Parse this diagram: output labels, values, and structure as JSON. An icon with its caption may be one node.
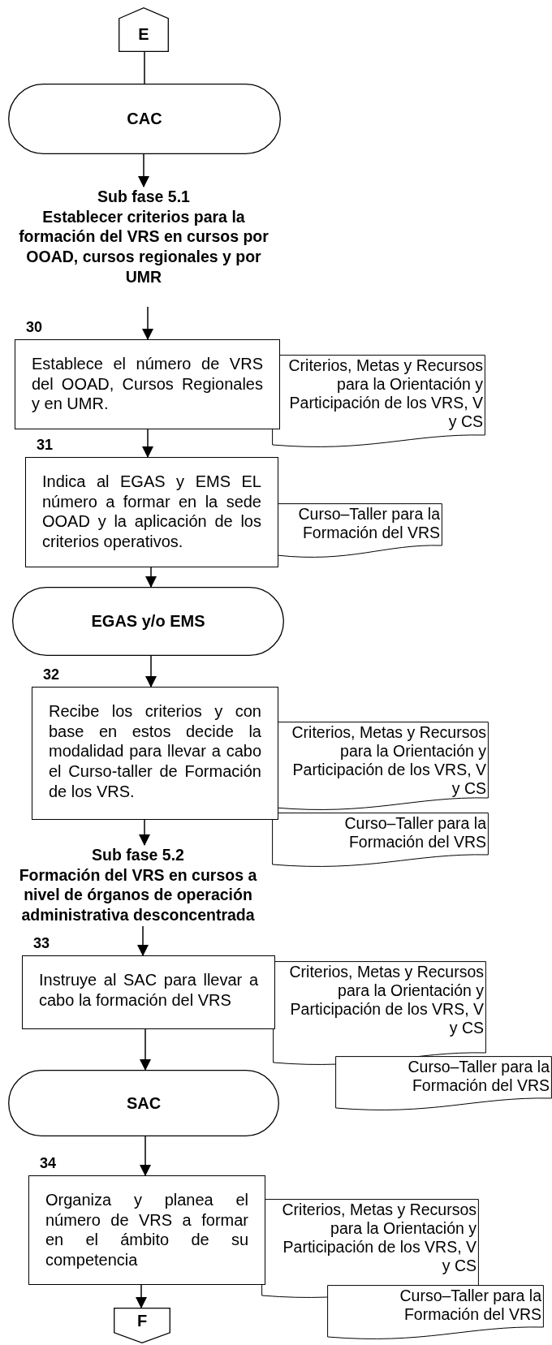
{
  "diagram": {
    "nodes": [
      {
        "text": [
          "E"
        ]
      },
      {
        "text": [
          "CAC"
        ]
      },
      {
        "text": [
          "Sub fase 5.1",
          "Establecer criterios para la formación del VRS en cursos por OOAD, cursos regionales y por UMR"
        ]
      },
      {
        "text": [
          "Establece el número de VRS del OOAD, Cursos Regionales y en UMR."
        ],
        "beside": [
          "30"
        ]
      },
      {
        "text": [
          "Criterios, Metas y Recursos para la Orientación y Participación de los VRS, V y CS"
        ]
      },
      {
        "text": [
          "Indica al EGAS y EMS EL número a formar en la sede OOAD y la aplicación de los criterios operativos."
        ],
        "beside": [
          "31"
        ]
      },
      {
        "text": [
          "Curso–Taller para la Formación del VRS"
        ]
      },
      {
        "text": [
          "EGAS y/o EMS"
        ]
      },
      {
        "text": [
          "Recibe los criterios y con base en estos decide la modalidad para llevar a cabo el Curso-taller de Formación de los VRS."
        ],
        "beside": [
          "32"
        ]
      },
      {
        "text": [
          "Criterios, Metas y Recursos para la Orientación y Participación de los VRS, V y CS"
        ]
      },
      {
        "text": [
          "Curso–Taller para la Formación del VRS"
        ]
      },
      {
        "text": [
          "Sub fase 5.2",
          "Formación del VRS en cursos a nivel de órganos de operación administrativa desconcentrada"
        ]
      },
      {
        "text": [
          "Instruye al SAC para llevar a cabo la formación del VRS"
        ],
        "beside": [
          "33"
        ]
      },
      {
        "text": [
          "Criterios, Metas y Recursos para la Orientación y Participación de los VRS, V y CS"
        ]
      },
      {
        "text": [
          "Curso–Taller para la Formación del VRS"
        ]
      },
      {
        "text": [
          "SAC"
        ]
      },
      {
        "text": [
          "Organiza y planea el número de VRS a formar en el ámbito de su competencia"
        ],
        "beside": [
          "34"
        ]
      },
      {
        "text": [
          "Criterios, Metas y Recursos para la Orientación y Participación de los VRS, V y CS"
        ]
      },
      {
        "text": [
          "Curso–Taller para la Formación del VRS"
        ]
      },
      {
        "text": [
          "F"
        ]
      }
    ],
    "edges": [
      {
        "from": 0,
        "to": 1,
        "arrow": "none"
      },
      {
        "from": 1,
        "to": 2,
        "arrow": "to"
      },
      {
        "from": 2,
        "to": 3,
        "arrow": "to"
      },
      {
        "from": 3,
        "to": 5,
        "arrow": "to"
      },
      {
        "from": 5,
        "to": 7,
        "arrow": "to"
      },
      {
        "from": 7,
        "to": 8,
        "arrow": "to"
      },
      {
        "from": 8,
        "to": 11,
        "arrow": "to"
      },
      {
        "from": 11,
        "to": 12,
        "arrow": "to"
      },
      {
        "from": 12,
        "to": 15,
        "arrow": "to"
      },
      {
        "from": 15,
        "to": 16,
        "arrow": "to"
      },
      {
        "from": 16,
        "to": 19,
        "arrow": "to"
      }
    ]
  }
}
